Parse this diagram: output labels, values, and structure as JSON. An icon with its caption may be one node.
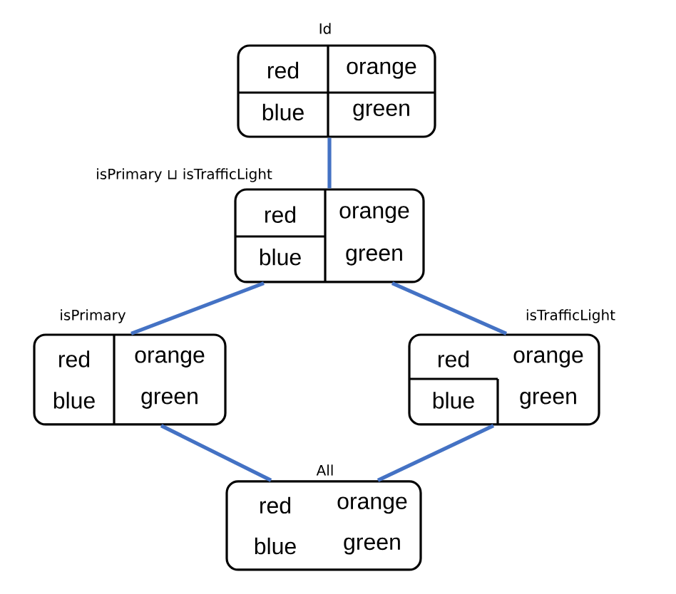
{
  "diagram": {
    "nodes": [
      {
        "text": [
          "Id",
          "red",
          "orange",
          "blue",
          "green"
        ]
      },
      {
        "text": [
          "isPrimary ⊔ isTrafficLight",
          "red",
          "orange",
          "blue",
          "green"
        ]
      },
      {
        "text": [
          "isPrimary",
          "red",
          "orange",
          "blue",
          "green"
        ]
      },
      {
        "text": [
          "isTrafficLight",
          "red",
          "orange",
          "blue",
          "green"
        ]
      },
      {
        "text": [
          "All",
          "red",
          "orange",
          "blue",
          "green"
        ]
      }
    ],
    "edges": [
      {
        "from": 0,
        "to": 1,
        "arrow": "none"
      },
      {
        "from": 1,
        "to": 2,
        "arrow": "none"
      },
      {
        "from": 1,
        "to": 3,
        "arrow": "none"
      },
      {
        "from": 2,
        "to": 4,
        "arrow": "none"
      },
      {
        "from": 3,
        "to": 4,
        "arrow": "none"
      }
    ]
  }
}
